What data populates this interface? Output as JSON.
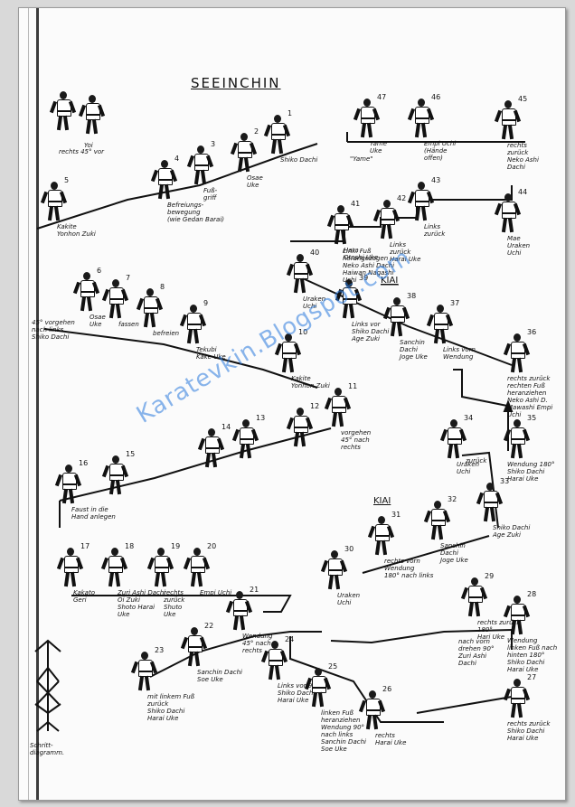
{
  "page": {
    "title": "SEEINCHIN",
    "kiai_label": "KIAI",
    "watermark": "Karatevkin.Blogspot.com"
  },
  "steps": [
    {
      "n": "1",
      "label": "Shiko Dachi"
    },
    {
      "n": "2",
      "label": "Osae\nUke"
    },
    {
      "n": "3",
      "label": "Fuß-\ngriff"
    },
    {
      "n": "4",
      "label": "Befreiungs-\nbewegung\n(wie Gedan Barai)"
    },
    {
      "n": "5",
      "label": "Kakite\nYonhon Zuki"
    },
    {
      "n": "6",
      "label": "Osae\nUke"
    },
    {
      "n": "7",
      "label": "fassen"
    },
    {
      "n": "8",
      "label": "befreien"
    },
    {
      "n": "9",
      "label": "Tekubi\nKake Uke"
    },
    {
      "n": "10",
      "label": "Kakite\nYonhon Zuki"
    },
    {
      "n": "11",
      "label": "vorgehen\n45° nach\nrechts"
    },
    {
      "n": "12",
      "label": ""
    },
    {
      "n": "13",
      "label": ""
    },
    {
      "n": "14",
      "label": ""
    },
    {
      "n": "15",
      "label": ""
    },
    {
      "n": "16",
      "label": "Faust in die\nHand anlegen"
    },
    {
      "n": "17",
      "label": "Kakato\nGeri"
    },
    {
      "n": "18",
      "label": "Zuri Ashi Dachi\nOi Zuki\nShoto Harai\nUke"
    },
    {
      "n": "19",
      "label": "rechts\nzurück\nShuto\nUke"
    },
    {
      "n": "20",
      "label": "Empi Uchi"
    },
    {
      "n": "21",
      "label": "Wendung\n45° nach\nrechts"
    },
    {
      "n": "22",
      "label": "Sanchin Dachi\nSoe Uke"
    },
    {
      "n": "23",
      "label": "mit linkem Fuß\nzurück\nShiko Dachi\nHarai Uke"
    },
    {
      "n": "24",
      "label": "Links vor 90°\nShiko Dachi\nHarai Uke"
    },
    {
      "n": "25",
      "label": "linken Fuß\nheranziehen\nWendung 90°\nnach links\nSanchin Dachi\nSoe Uke"
    },
    {
      "n": "26",
      "label": "rechts\nHarai Uke"
    },
    {
      "n": "27",
      "label": "rechts zurück\nShiko Dachi\nHarai Uke"
    },
    {
      "n": "28",
      "label": "Wendung\nlinken Fuß nach\nhinten 180°\nShiko Dachi\nHarai Uke"
    },
    {
      "n": "29",
      "label": "rechts zurück\n180°\nHari Uke"
    },
    {
      "n": "30",
      "label": "Uraken\nUchi"
    },
    {
      "n": "31",
      "label": "rechts vorn\nWendung\n180° nach links"
    },
    {
      "n": "32",
      "label": "Sanchin\nDachi\nJoge Uke"
    },
    {
      "n": "33",
      "label": "Shiko Dachi\nAge Zuki"
    },
    {
      "n": "34",
      "label": "Uraken\nUchi"
    },
    {
      "n": "35",
      "label": "Wendung 180°\nShiko Dachi\nHarai Uke"
    },
    {
      "n": "36",
      "label": "rechts zurück\nrechten Fuß\nheranziehen\nNeko Ashi D.\nMawashi Empi\nUchi"
    },
    {
      "n": "37",
      "label": "Links vorn\nWendung"
    },
    {
      "n": "38",
      "label": "Sanchin\nDachi\nJoge Uke"
    },
    {
      "n": "39",
      "label": "Links vor\nShiko Dachi\nAge Zuki"
    },
    {
      "n": "40",
      "label": "Uraken\nUchi"
    },
    {
      "n": "41",
      "label": "Hara\nOtoshi Uke"
    },
    {
      "n": "42",
      "label": "Links\nzurück\nHarai Uke"
    },
    {
      "n": "43",
      "label": "Links\nzurück"
    },
    {
      "n": "44",
      "label": "Mae\nUraken\nUchi"
    },
    {
      "n": "45",
      "label": "rechts\nzurück\nNeko Ashi\nDachi"
    },
    {
      "n": "46",
      "label": "Empi Uchi\n(Hände\noffen)"
    },
    {
      "n": "47",
      "label": "Yame\nUke"
    }
  ],
  "extra_labels": {
    "yoi": "Yoi",
    "yoi_note": "rechts 45° vor",
    "yame": "\"Yame\"",
    "start_note": "45° vorgehen\nnach links\nShiko Dachi",
    "link_fuss": "Link. Fuß\nherangezogen\nNeko Ashi Dachi\nHaiwan Nagashi\nUchi",
    "zuri": "Zuri Ashi\nDachi\nShoto Uke",
    "step29_note": "nach vorn\ndrehen 90°\nZuri Ashi\nDachi",
    "step35_note": "zurück",
    "schritt": "Schritt-\ndiagramm."
  }
}
